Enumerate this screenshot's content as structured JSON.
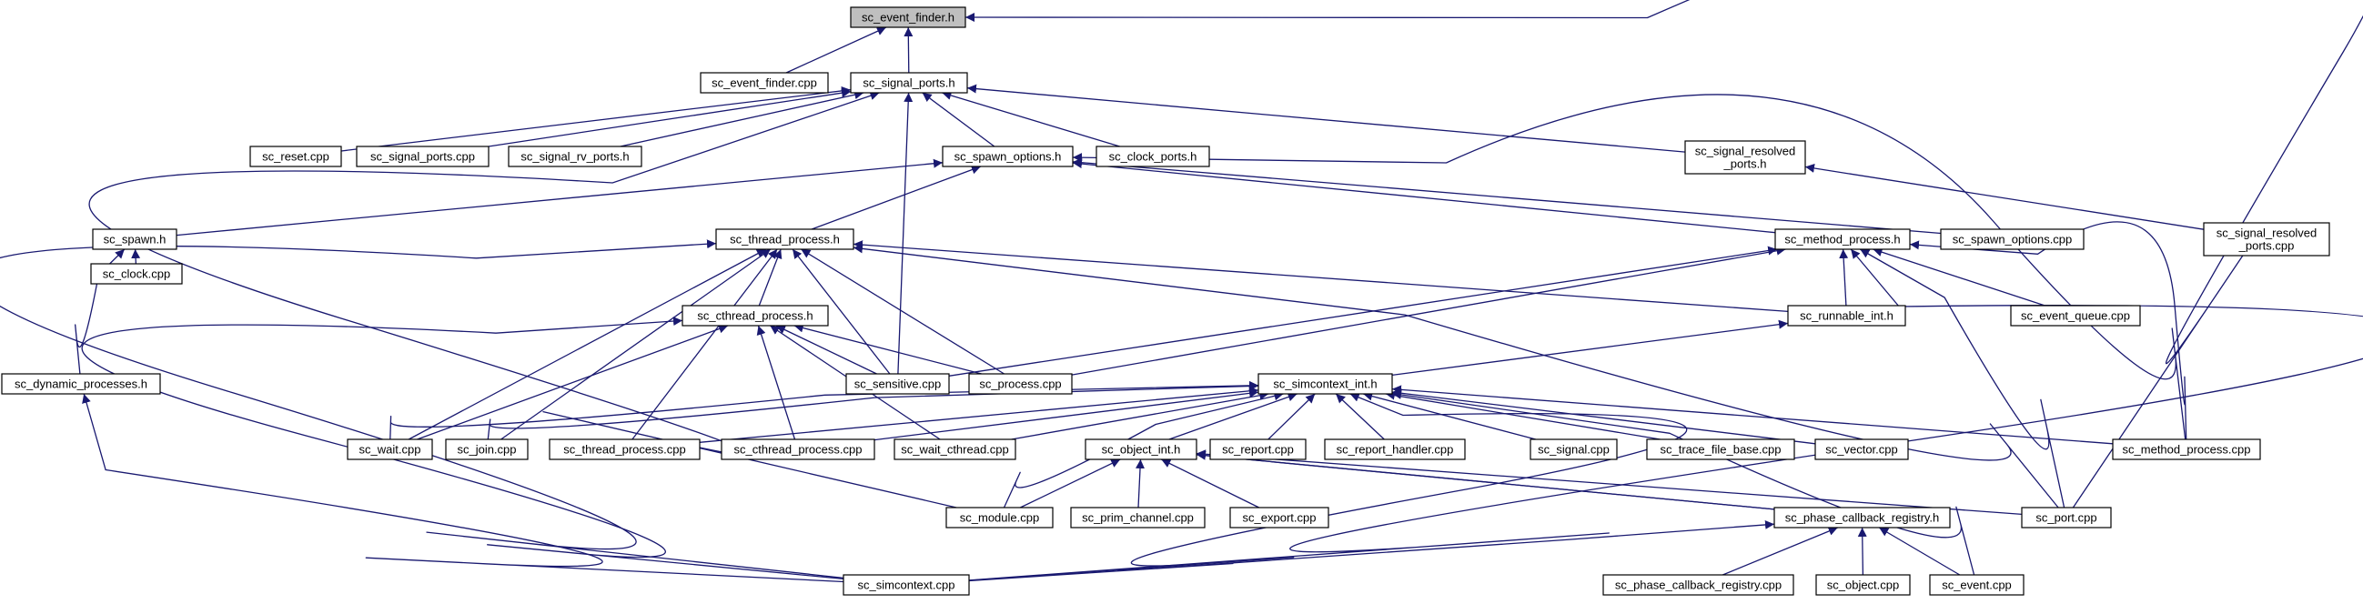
{
  "graph": {
    "edge_color": "#191970",
    "root_fill": "#bfbfbf",
    "nodes": {
      "n_event_finder_h": {
        "label": [
          "sc_event_finder.h"
        ],
        "root": true
      },
      "n_event_finder_cpp": {
        "label": [
          "sc_event_finder.cpp"
        ]
      },
      "n_signal_ports_h": {
        "label": [
          "sc_signal_ports.h"
        ]
      },
      "n_reset_cpp": {
        "label": [
          "sc_reset.cpp"
        ]
      },
      "n_signal_ports_cpp": {
        "label": [
          "sc_signal_ports.cpp"
        ]
      },
      "n_signal_rv_ports_h": {
        "label": [
          "sc_signal_rv_ports.h"
        ]
      },
      "n_spawn_options_h": {
        "label": [
          "sc_spawn_options.h"
        ]
      },
      "n_clock_ports_h": {
        "label": [
          "sc_clock_ports.h"
        ]
      },
      "n_signal_resolved_ports_h": {
        "label": [
          "sc_signal_resolved",
          "_ports.h"
        ]
      },
      "n_spawn_h": {
        "label": [
          "sc_spawn.h"
        ]
      },
      "n_thread_process_h": {
        "label": [
          "sc_thread_process.h"
        ]
      },
      "n_method_process_h": {
        "label": [
          "sc_method_process.h"
        ]
      },
      "n_spawn_options_cpp": {
        "label": [
          "sc_spawn_options.cpp"
        ]
      },
      "n_signal_resolved_ports_cpp": {
        "label": [
          "sc_signal_resolved",
          "_ports.cpp"
        ]
      },
      "n_clock_cpp": {
        "label": [
          "sc_clock.cpp"
        ]
      },
      "n_cthread_process_h": {
        "label": [
          "sc_cthread_process.h"
        ]
      },
      "n_runnable_int_h": {
        "label": [
          "sc_runnable_int.h"
        ]
      },
      "n_event_queue_cpp": {
        "label": [
          "sc_event_queue.cpp"
        ]
      },
      "n_dynamic_processes_h": {
        "label": [
          "sc_dynamic_processes.h"
        ]
      },
      "n_sensitive_cpp": {
        "label": [
          "sc_sensitive.cpp"
        ]
      },
      "n_process_cpp": {
        "label": [
          "sc_process.cpp"
        ]
      },
      "n_simcontext_int_h": {
        "label": [
          "sc_simcontext_int.h"
        ]
      },
      "n_wait_cpp": {
        "label": [
          "sc_wait.cpp"
        ]
      },
      "n_join_cpp": {
        "label": [
          "sc_join.cpp"
        ]
      },
      "n_thread_process_cpp": {
        "label": [
          "sc_thread_process.cpp"
        ]
      },
      "n_cthread_process_cpp": {
        "label": [
          "sc_cthread_process.cpp"
        ]
      },
      "n_wait_cthread_cpp": {
        "label": [
          "sc_wait_cthread.cpp"
        ]
      },
      "n_object_int_h": {
        "label": [
          "sc_object_int.h"
        ]
      },
      "n_report_cpp": {
        "label": [
          "sc_report.cpp"
        ]
      },
      "n_report_handler_cpp": {
        "label": [
          "sc_report_handler.cpp"
        ]
      },
      "n_signal_cpp": {
        "label": [
          "sc_signal.cpp"
        ]
      },
      "n_trace_file_base_cpp": {
        "label": [
          "sc_trace_file_base.cpp"
        ]
      },
      "n_vector_cpp": {
        "label": [
          "sc_vector.cpp"
        ]
      },
      "n_method_process_cpp": {
        "label": [
          "sc_method_process.cpp"
        ]
      },
      "n_module_cpp": {
        "label": [
          "sc_module.cpp"
        ]
      },
      "n_prim_channel_cpp": {
        "label": [
          "sc_prim_channel.cpp"
        ]
      },
      "n_export_cpp": {
        "label": [
          "sc_export.cpp"
        ]
      },
      "n_phase_callback_registry_h": {
        "label": [
          "sc_phase_callback_registry.h"
        ]
      },
      "n_port_cpp": {
        "label": [
          "sc_port.cpp"
        ]
      },
      "n_simcontext_cpp": {
        "label": [
          "sc_simcontext.cpp"
        ]
      },
      "n_phase_callback_registry_cpp": {
        "label": [
          "sc_phase_callback_registry.cpp"
        ]
      },
      "n_object_cpp": {
        "label": [
          "sc_object.cpp"
        ]
      },
      "n_event_cpp": {
        "label": [
          "sc_event.cpp"
        ]
      }
    },
    "edges": [
      [
        "n_event_finder_cpp",
        "n_event_finder_h"
      ],
      [
        "n_signal_ports_h",
        "n_event_finder_h"
      ],
      [
        "n_port_cpp",
        "n_event_finder_h"
      ],
      [
        "n_reset_cpp",
        "n_signal_ports_h"
      ],
      [
        "n_signal_ports_cpp",
        "n_signal_ports_h"
      ],
      [
        "n_signal_rv_ports_h",
        "n_signal_ports_h"
      ],
      [
        "n_spawn_options_h",
        "n_signal_ports_h"
      ],
      [
        "n_clock_ports_h",
        "n_signal_ports_h"
      ],
      [
        "n_signal_resolved_ports_h",
        "n_signal_ports_h"
      ],
      [
        "n_module_cpp",
        "n_signal_ports_h"
      ],
      [
        "n_sensitive_cpp",
        "n_signal_ports_h"
      ],
      [
        "n_spawn_h",
        "n_spawn_options_h"
      ],
      [
        "n_thread_process_h",
        "n_spawn_options_h"
      ],
      [
        "n_method_process_h",
        "n_spawn_options_h"
      ],
      [
        "n_spawn_options_cpp",
        "n_spawn_options_h"
      ],
      [
        "n_method_process_cpp",
        "n_spawn_options_h"
      ],
      [
        "n_signal_resolved_ports_cpp",
        "n_signal_resolved_ports_h"
      ],
      [
        "n_clock_cpp",
        "n_spawn_h"
      ],
      [
        "n_dynamic_processes_h",
        "n_spawn_h"
      ],
      [
        "n_simcontext_cpp",
        "n_dynamic_processes_h"
      ],
      [
        "n_cthread_process_h",
        "n_thread_process_h"
      ],
      [
        "n_runnable_int_h",
        "n_thread_process_h"
      ],
      [
        "n_sensitive_cpp",
        "n_thread_process_h"
      ],
      [
        "n_process_cpp",
        "n_thread_process_h"
      ],
      [
        "n_wait_cpp",
        "n_thread_process_h"
      ],
      [
        "n_join_cpp",
        "n_thread_process_h"
      ],
      [
        "n_thread_process_cpp",
        "n_thread_process_h"
      ],
      [
        "n_port_cpp",
        "n_thread_process_h"
      ],
      [
        "n_simcontext_cpp",
        "n_thread_process_h"
      ],
      [
        "n_runnable_int_h",
        "n_method_process_h"
      ],
      [
        "n_event_queue_cpp",
        "n_method_process_h"
      ],
      [
        "n_method_process_cpp",
        "n_method_process_h"
      ],
      [
        "n_port_cpp",
        "n_method_process_h"
      ],
      [
        "n_sensitive_cpp",
        "n_method_process_h"
      ],
      [
        "n_process_cpp",
        "n_method_process_h"
      ],
      [
        "n_simcontext_cpp",
        "n_method_process_h"
      ],
      [
        "n_sensitive_cpp",
        "n_cthread_process_h"
      ],
      [
        "n_process_cpp",
        "n_cthread_process_h"
      ],
      [
        "n_wait_cpp",
        "n_cthread_process_h"
      ],
      [
        "n_cthread_process_cpp",
        "n_cthread_process_h"
      ],
      [
        "n_wait_cthread_cpp",
        "n_cthread_process_h"
      ],
      [
        "n_simcontext_cpp",
        "n_cthread_process_h"
      ],
      [
        "n_simcontext_int_h",
        "n_runnable_int_h"
      ],
      [
        "n_wait_cpp",
        "n_simcontext_int_h"
      ],
      [
        "n_join_cpp",
        "n_simcontext_int_h"
      ],
      [
        "n_thread_process_cpp",
        "n_simcontext_int_h"
      ],
      [
        "n_cthread_process_cpp",
        "n_simcontext_int_h"
      ],
      [
        "n_wait_cthread_cpp",
        "n_simcontext_int_h"
      ],
      [
        "n_object_int_h",
        "n_simcontext_int_h"
      ],
      [
        "n_report_cpp",
        "n_simcontext_int_h"
      ],
      [
        "n_report_handler_cpp",
        "n_simcontext_int_h"
      ],
      [
        "n_signal_cpp",
        "n_simcontext_int_h"
      ],
      [
        "n_trace_file_base_cpp",
        "n_simcontext_int_h"
      ],
      [
        "n_vector_cpp",
        "n_simcontext_int_h"
      ],
      [
        "n_method_process_cpp",
        "n_simcontext_int_h"
      ],
      [
        "n_module_cpp",
        "n_simcontext_int_h"
      ],
      [
        "n_simcontext_cpp",
        "n_simcontext_int_h"
      ],
      [
        "n_event_cpp",
        "n_simcontext_int_h"
      ],
      [
        "n_module_cpp",
        "n_object_int_h"
      ],
      [
        "n_prim_channel_cpp",
        "n_object_int_h"
      ],
      [
        "n_export_cpp",
        "n_object_int_h"
      ],
      [
        "n_phase_callback_registry_h",
        "n_object_int_h"
      ],
      [
        "n_port_cpp",
        "n_object_int_h"
      ],
      [
        "n_phase_callback_registry_h",
        "n_object_int_h"
      ],
      [
        "n_simcontext_cpp",
        "n_phase_callback_registry_h"
      ],
      [
        "n_phase_callback_registry_cpp",
        "n_phase_callback_registry_h"
      ],
      [
        "n_object_cpp",
        "n_phase_callback_registry_h"
      ],
      [
        "n_event_cpp",
        "n_phase_callback_registry_h"
      ]
    ]
  }
}
